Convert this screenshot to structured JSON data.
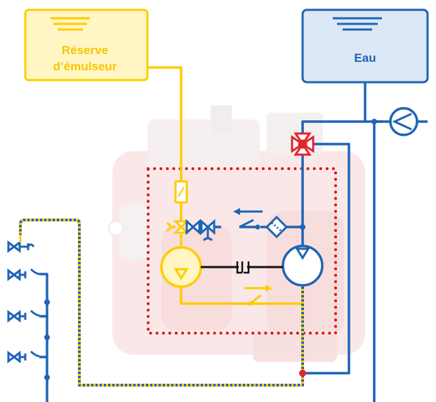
{
  "tanks": {
    "foam": {
      "label_line1": "Réserve",
      "label_line2": "d’émulseur"
    },
    "water": {
      "label": "Eau"
    }
  },
  "colors": {
    "foam_line": "#ffcc00",
    "foam_tank_fill": "#fff6c4",
    "foam_text": "#f7c600",
    "water_line": "#1f64b5",
    "water_tank_fill": "#dce8f5",
    "water_text": "#1f64b5",
    "valve_red": "#e3242b",
    "zone_dots": "#d9151c",
    "shaft": "#111111",
    "background_machine": "#f2c8c8"
  },
  "icons": [
    "water-pump-icon",
    "foam-pump-icon",
    "three-way-valve-icon",
    "check-valve-icon",
    "flow-arrow-icon",
    "strainer-icon",
    "nozzle-icon",
    "flow-meter-icon",
    "coupling-icon"
  ]
}
